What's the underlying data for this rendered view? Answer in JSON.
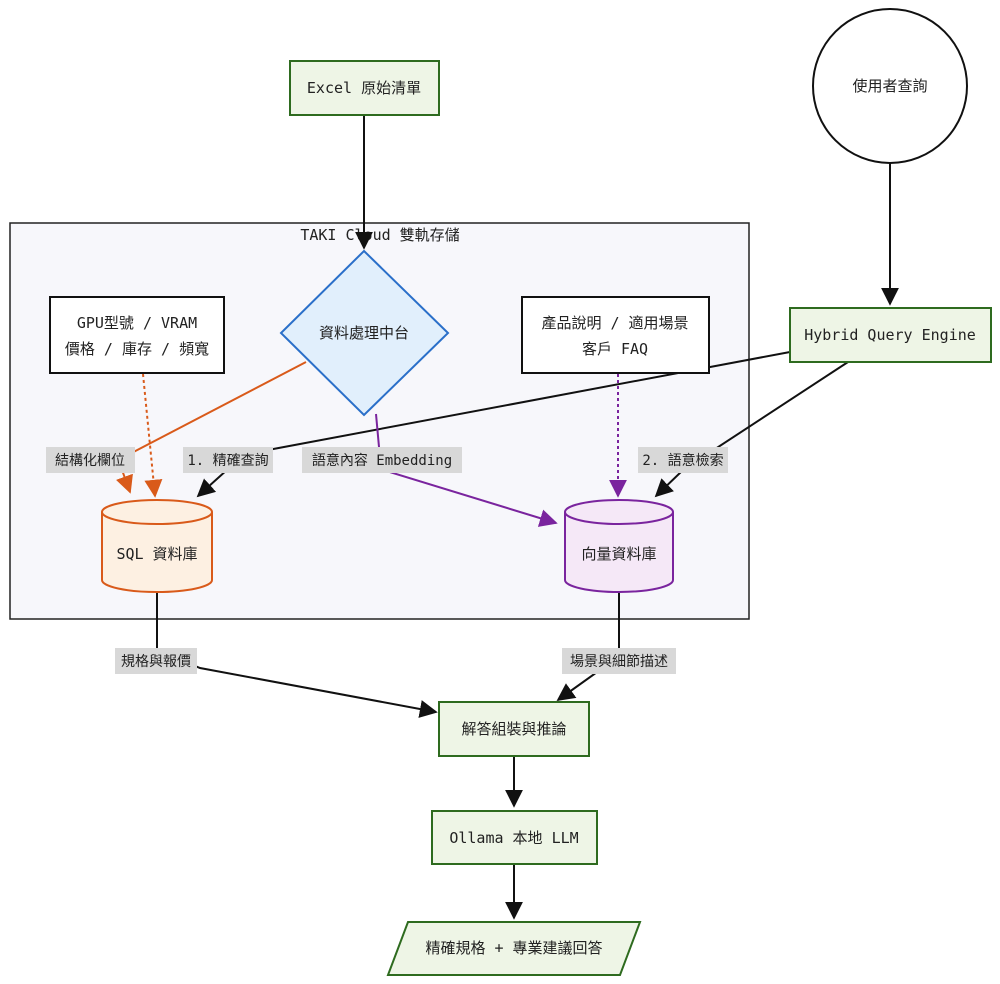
{
  "cluster": {
    "title": "TAKI Cloud 雙軌存儲"
  },
  "nodes": {
    "excel": "Excel 原始清單",
    "user_query": "使用者查詢",
    "data_hub": "資料處理中台",
    "gpu_box": {
      "line1": "GPU型號 / VRAM",
      "line2": "價格 / 庫存 / 頻寬"
    },
    "product_box": {
      "line1": "產品說明 / 適用場景",
      "line2": "客戶 FAQ"
    },
    "hybrid": "Hybrid Query Engine",
    "sql_db": "SQL 資料庫",
    "vector_db": "向量資料庫",
    "assembly": "解答組裝與推論",
    "ollama": "Ollama 本地 LLM",
    "answer": "精確規格 + 專業建議回答"
  },
  "edge_labels": {
    "structured": "結構化欄位",
    "exact_query": "1. 精確查詢",
    "semantic_embedding": "語意內容 Embedding",
    "semantic_search": "2. 語意檢索",
    "spec_price": "規格與報價",
    "scene_detail": "場景與細節描述"
  },
  "colors": {
    "green_fill": "#eef5e6",
    "green_stroke": "#2e6b1f",
    "diamond_fill": "#e1effc",
    "diamond_stroke": "#2a6fc9",
    "orange": "#d95a1a",
    "orange_fill": "#fdf0e2",
    "purple": "#7a249e",
    "purple_fill": "#f5e8f7",
    "cluster_fill": "#f7f7fb",
    "label_bg": "#d8d8d8"
  }
}
